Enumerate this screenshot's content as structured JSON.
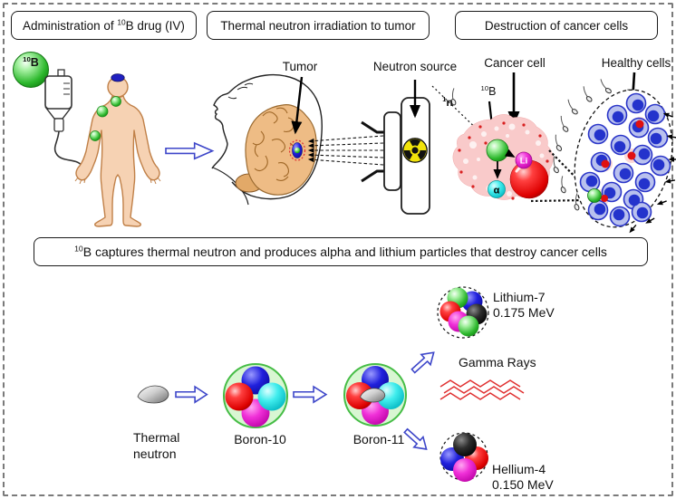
{
  "header_boxes": {
    "administration": {
      "pre": "Administration of ",
      "sup": "10",
      "post": "B drug (IV)"
    },
    "irradiation": {
      "label": "Thermal neutron irradiation to tumor"
    },
    "destruction": {
      "label": "Destruction of cancer cells"
    }
  },
  "stage_administration": {
    "boron_sphere": {
      "sup": "10",
      "post": "B"
    }
  },
  "stage_irradiation": {
    "tumor_label": "Tumor",
    "neutron_source_label": "Neutron source"
  },
  "stage_destruction": {
    "cancer_cell_label": "Cancer cell",
    "boron_label": {
      "sup": "10",
      "post": "B"
    },
    "neutron_label": {
      "sup": "1",
      "post": "n"
    },
    "healthy_cells_label": "Healthy cells",
    "lithium_symbol": "Li",
    "alpha_symbol": "α"
  },
  "banner": {
    "sup": "10",
    "post": "B captures thermal neutron and produces alpha and lithium particles that destroy cancer cells"
  },
  "reaction": {
    "thermal_neutron_label": "Thermal\nneutron",
    "boron10_label": "Boron-10",
    "boron11_label": "Boron-11",
    "lithium7_label": "Lithium-7",
    "lithium7_energy": "0.175 MeV",
    "gamma_rays_label": "Gamma Rays",
    "helium4_label": "Hellium-4",
    "helium4_energy": "0.150 MeV"
  },
  "colors": {
    "arrow_accent_blue": "#3d46c9",
    "boron_shell_green": "#d8f6d2",
    "sphere_green": "#2db82d",
    "sphere_red": "#e51010",
    "sphere_blue": "#1f1fd0",
    "sphere_cyan": "#2adede",
    "sphere_magenta": "#e020c8",
    "sphere_black": "#111111",
    "radiation_yellow": "#f2e40a",
    "cancer_cell_pink": "#f9caca",
    "healthy_cell_blue": "#2433cc",
    "skin_tone": "#f6d2b3",
    "brain_tan": "#eebc85",
    "gamma_ray_red": "#e03030"
  }
}
